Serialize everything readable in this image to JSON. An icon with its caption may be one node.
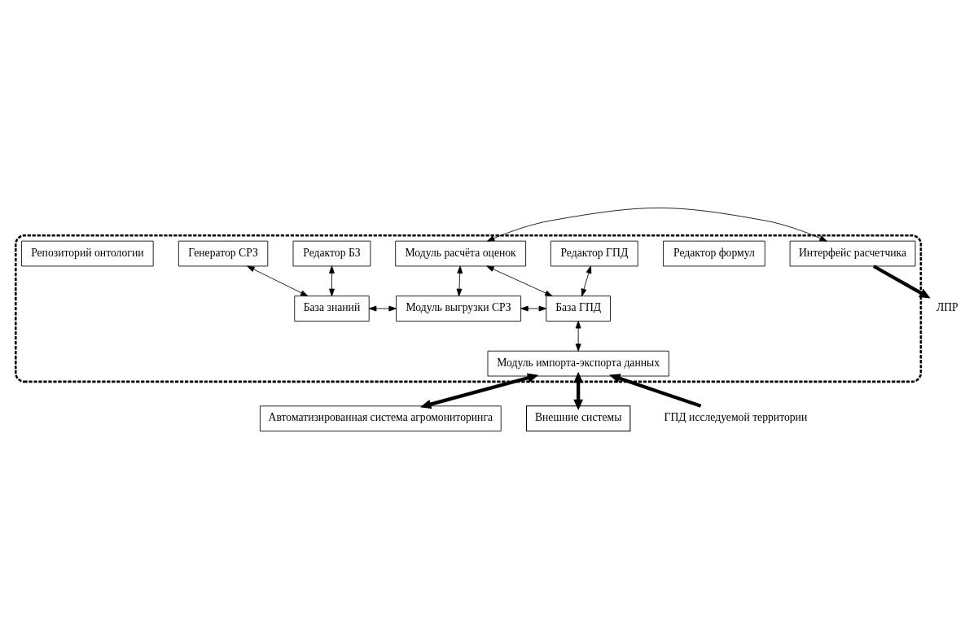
{
  "diagram": {
    "nodes": [
      {
        "text": [],
        "shape": "box"
      },
      {
        "text": [
          "Редактор БЗ"
        ],
        "in": 0
      },
      {
        "text": [
          "Редактор формул"
        ],
        "in": 0
      },
      {
        "text": [
          "Генератор СРЗ"
        ],
        "in": 0
      },
      {
        "text": [
          "Модуль расчёта оценок"
        ],
        "in": 0
      },
      {
        "text": [
          "Интерфейс расчетчика"
        ],
        "in": 0
      },
      {
        "text": [
          "ЛПР"
        ]
      },
      {
        "text": [
          "Редактор ГПД"
        ],
        "in": 0
      },
      {
        "text": [
          "База знаний"
        ],
        "in": 0
      },
      {
        "text": [
          "Репозиторий онтологии"
        ],
        "in": 0
      },
      {
        "text": [
          "Модуль выгрузки СРЗ"
        ],
        "in": 0
      },
      {
        "text": [
          "База ГПД"
        ],
        "in": 0
      },
      {
        "text": [
          "Модуль импорта-экспорта данных"
        ],
        "in": 0
      },
      {
        "text": [
          "ГПД исследуемой территории"
        ]
      },
      {
        "text": [
          "Автоматизированная система агромониторинга"
        ]
      },
      {
        "text": [
          "Внешние системы"
        ]
      }
    ],
    "edges": [
      {
        "from": 1,
        "to": 8,
        "arrow": "both"
      },
      {
        "from": 3,
        "to": 8,
        "arrow": "both"
      },
      {
        "from": 4,
        "to": 5,
        "arrow": "both"
      },
      {
        "from": 4,
        "to": 10,
        "arrow": "both"
      },
      {
        "from": 4,
        "to": 11,
        "arrow": "both"
      },
      {
        "from": 7,
        "to": 11,
        "arrow": "both"
      },
      {
        "from": 8,
        "to": 10,
        "arrow": "both"
      },
      {
        "from": 10,
        "to": 11,
        "arrow": "both"
      },
      {
        "from": 11,
        "to": 12,
        "arrow": "both"
      },
      {
        "from": 5,
        "to": 6,
        "arrow": "to",
        "style": "thick"
      },
      {
        "from": 13,
        "to": 12,
        "arrow": "to",
        "style": "thick"
      },
      {
        "from": 12,
        "to": 14,
        "arrow": "both",
        "style": "thick"
      },
      {
        "from": 12,
        "to": 15,
        "arrow": "both",
        "style": "thick"
      }
    ]
  }
}
